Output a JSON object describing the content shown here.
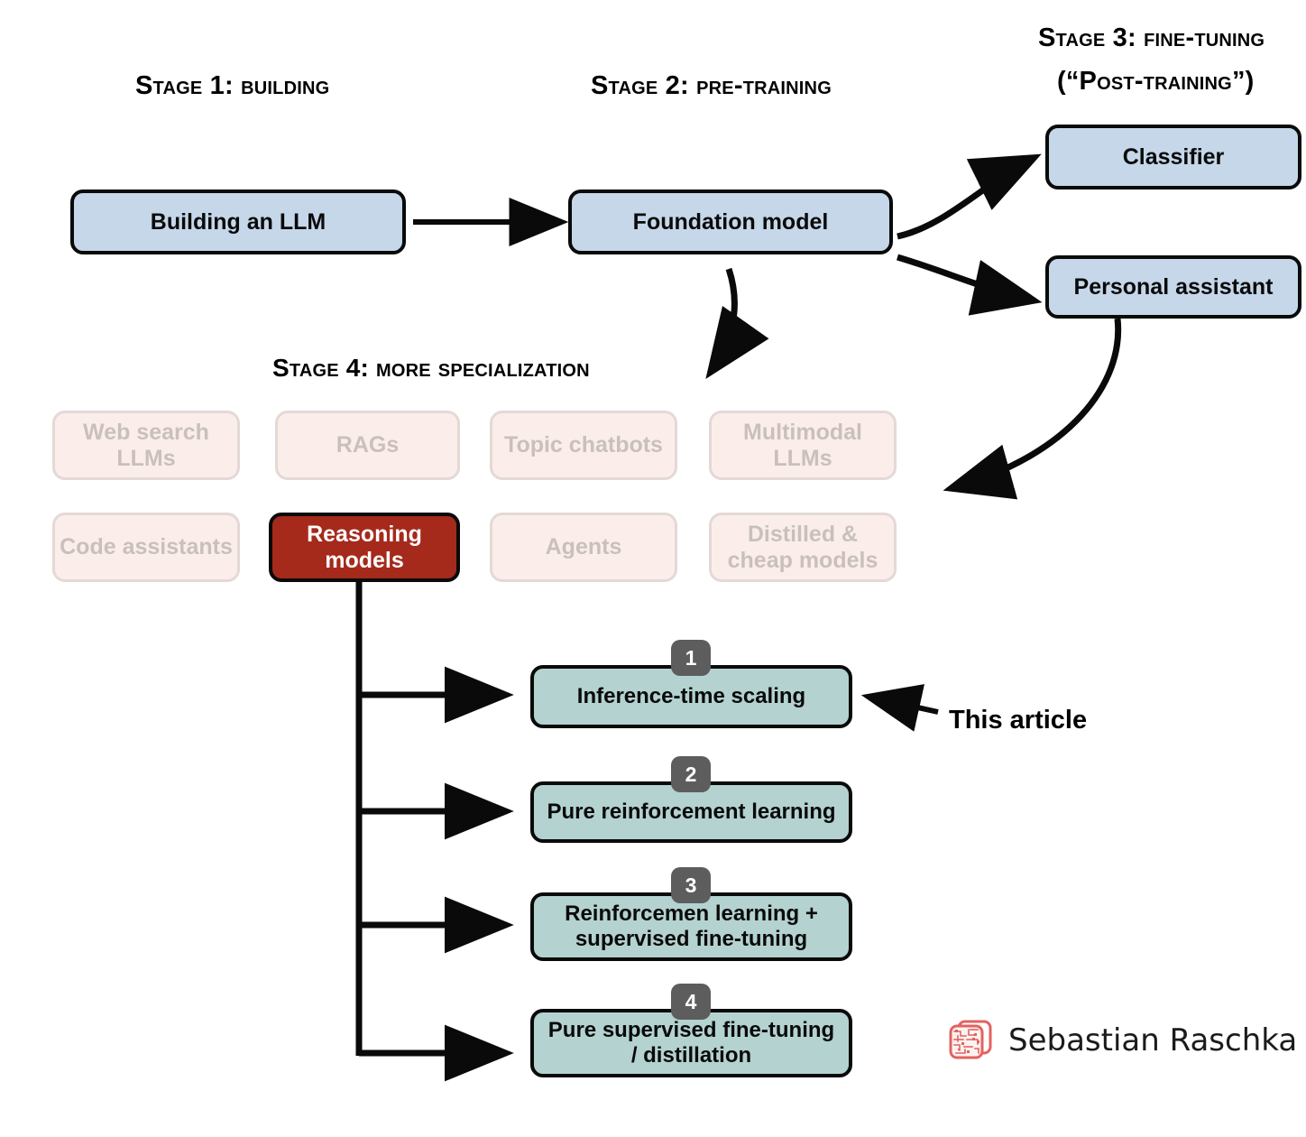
{
  "diagram": {
    "title": "LLM development stages and reasoning model approaches",
    "background": "#ffffff",
    "colors": {
      "blue_fill": "#c5d7e9",
      "teal_fill": "#b3d2d0",
      "faded_fill": "#fbeeea",
      "faded_border": "#e3d9d6",
      "faded_text": "#c9c0bd",
      "highlight_fill": "#a52a1c",
      "badge_fill": "#5d5d5d",
      "stroke": "#0a0a0a",
      "logo_red": "#e2635f"
    }
  },
  "stage_titles": [
    {
      "id": "stage1",
      "text": "Stage 1: Building"
    },
    {
      "id": "stage2",
      "text": "Stage 2: Pre-training"
    },
    {
      "id": "stage3_line1",
      "text": "Stage 3: Fine-tuning"
    },
    {
      "id": "stage3_line2",
      "text": "(“Post-Training”)"
    },
    {
      "id": "stage4",
      "text": "Stage 4: More Specialization"
    }
  ],
  "pipeline": {
    "building": {
      "label": "Building an LLM"
    },
    "foundation": {
      "label": "Foundation model"
    },
    "finetuning_targets": [
      {
        "label": "Classifier"
      },
      {
        "label": "Personal assistant"
      }
    ]
  },
  "specializations": [
    {
      "label_line1": "Web search",
      "label_line2": "LLMs",
      "state": "dimmed"
    },
    {
      "label_line1": "RAGs",
      "label_line2": "",
      "state": "dimmed"
    },
    {
      "label_line1": "Topic chatbots",
      "label_line2": "",
      "state": "dimmed"
    },
    {
      "label_line1": "Multimodal",
      "label_line2": "LLMs",
      "state": "dimmed"
    },
    {
      "label_line1": "Code assistants",
      "label_line2": "",
      "state": "dimmed"
    },
    {
      "label_line1": "Reasoning",
      "label_line2": "models",
      "state": "highlighted"
    },
    {
      "label_line1": "Agents",
      "label_line2": "",
      "state": "dimmed"
    },
    {
      "label_line1": "Distilled &",
      "label_line2": "cheap models",
      "state": "dimmed"
    }
  ],
  "approaches": [
    {
      "number": "1",
      "label_line1": "Inference-time scaling",
      "label_line2": ""
    },
    {
      "number": "2",
      "label_line1": "Pure reinforcement learning",
      "label_line2": ""
    },
    {
      "number": "3",
      "label_line1": "Reinforcemen learning +",
      "label_line2": "supervised fine-tuning"
    },
    {
      "number": "4",
      "label_line1": "Pure supervised fine-tuning",
      "label_line2": "/ distillation"
    }
  ],
  "annotation": {
    "this_article": "This article"
  },
  "footer": {
    "author": "Sebastian Raschka"
  }
}
